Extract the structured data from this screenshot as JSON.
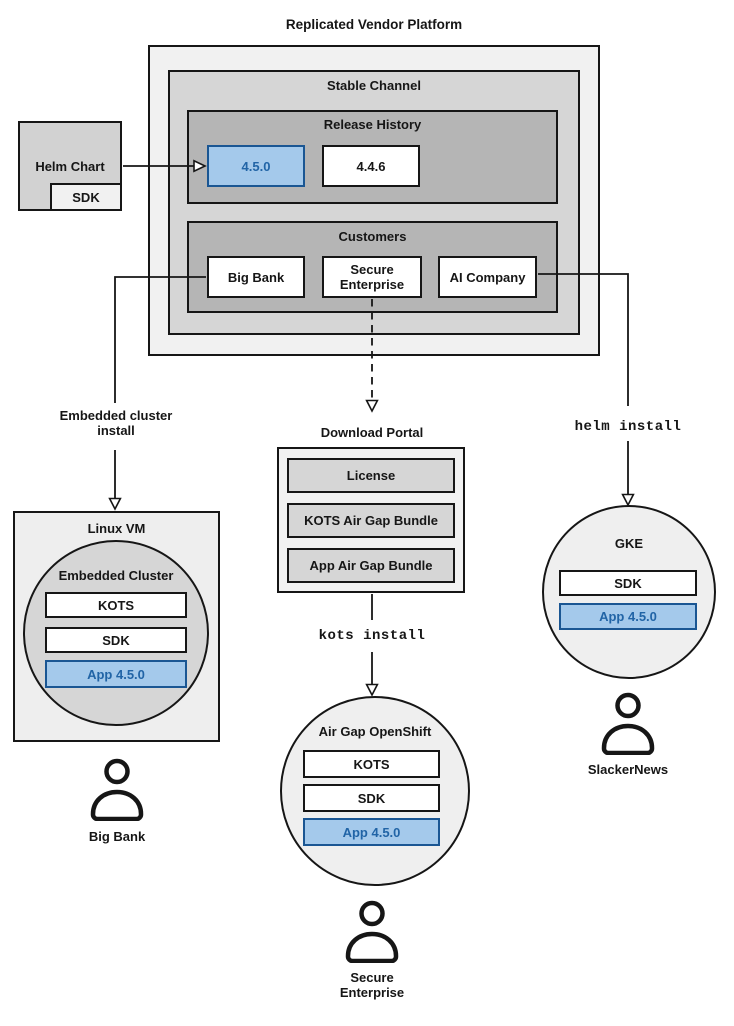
{
  "diagram": {
    "title": "Replicated Vendor Platform",
    "stable_channel": {
      "title": "Stable Channel"
    },
    "release_history": {
      "title": "Release History",
      "releases": [
        {
          "label": "4.5.0",
          "highlighted": true
        },
        {
          "label": "4.4.6",
          "highlighted": false
        }
      ]
    },
    "customers": {
      "title": "Customers",
      "items": [
        {
          "label": "Big Bank"
        },
        {
          "label": "Secure Enterprise"
        },
        {
          "label": "AI Company"
        }
      ]
    },
    "helm_chart": {
      "label": "Helm Chart",
      "sdk_label": "SDK"
    },
    "left_branch": {
      "connector_label": "Embedded cluster install",
      "vm_title": "Linux VM",
      "cluster_title": "Embedded Cluster",
      "components": [
        "KOTS",
        "SDK",
        "App 4.5.0"
      ],
      "persona": "Big Bank"
    },
    "middle_branch": {
      "portal_title": "Download Portal",
      "portal_items": [
        "License",
        "KOTS Air Gap Bundle",
        "App Air Gap Bundle"
      ],
      "command": "kots install",
      "cluster_title": "Air Gap OpenShift",
      "components": [
        "KOTS",
        "SDK",
        "App 4.5.0"
      ],
      "persona": "Secure Enterprise"
    },
    "right_branch": {
      "command": "helm install",
      "cluster_title": "GKE",
      "components": [
        "SDK",
        "App 4.5.0"
      ],
      "persona": "SlackerNews"
    },
    "colors": {
      "highlight_fill": "#a4c9eb",
      "highlight_border": "#1a5693",
      "highlight_text": "#2164a6",
      "box_dark_gray": "#b5b5b5",
      "box_mid_gray": "#d6d6d6",
      "box_light_gray": "#f1f1f1",
      "line": "#161616"
    }
  }
}
